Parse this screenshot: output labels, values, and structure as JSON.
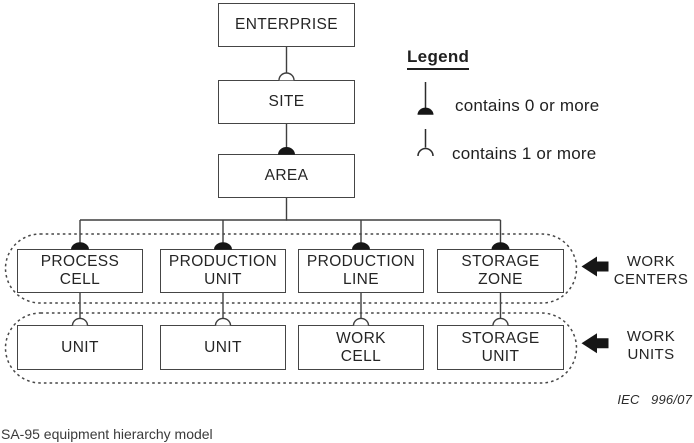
{
  "diagram": {
    "nodes": {
      "enterprise": {
        "label": "ENTERPRISE"
      },
      "site": {
        "label": "SITE"
      },
      "area": {
        "label": "AREA"
      },
      "work_centers": [
        {
          "label": "PROCESS\nCELL"
        },
        {
          "label": "PRODUCTION\nUNIT"
        },
        {
          "label": "PRODUCTION\nLINE"
        },
        {
          "label": "STORAGE\nZONE"
        }
      ],
      "work_units": [
        {
          "label": "UNIT"
        },
        {
          "label": "UNIT"
        },
        {
          "label": "WORK\nCELL"
        },
        {
          "label": "STORAGE\nUNIT"
        }
      ]
    },
    "group_labels": {
      "work_centers": "WORK\nCENTERS",
      "work_units": "WORK\nUNITS"
    },
    "legend": {
      "heading": "Legend",
      "items": [
        {
          "icon": "contains-0-or-more-icon",
          "label": "contains 0 or more"
        },
        {
          "icon": "contains-1-or-more-icon",
          "label": "contains 1 or more"
        }
      ]
    },
    "footnote": "IEC   996/07",
    "caption": "SA-95 equipment hierarchy model",
    "colors": {
      "line": "#3f3f3f",
      "symbol_fill": "#161616",
      "background": "#ffffff",
      "text": "#242424"
    }
  }
}
